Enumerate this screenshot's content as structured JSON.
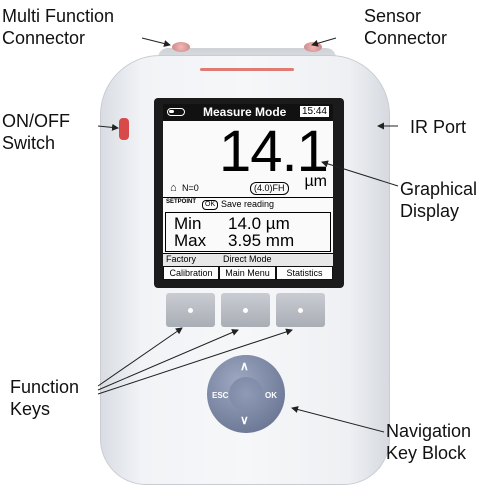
{
  "callouts": {
    "multi_function_connector": [
      "Multi Function",
      "Connector"
    ],
    "sensor_connector": [
      "Sensor",
      "Connector"
    ],
    "on_off_switch": [
      "ON/OFF",
      "Switch"
    ],
    "ir_port": "IR Port",
    "graphical_display": [
      "Graphical",
      "Display"
    ],
    "function_keys": [
      "Function",
      "Keys"
    ],
    "navigation_key_block": [
      "Navigation",
      "Key Block"
    ]
  },
  "display": {
    "mode_title": "Measure Mode",
    "clock": "15:44",
    "reading_value": "14.1",
    "reading_unit": "µm",
    "count": "N=0",
    "probe_badge": "(4.0)FH",
    "setpoint_label": "SETPOINT",
    "ok_badge": "OK",
    "save_reading": "Save reading",
    "stats": [
      {
        "label": "Min",
        "value": "14.0 µm"
      },
      {
        "label": "Max",
        "value": "3.95 mm"
      }
    ],
    "info_left": "Factory",
    "info_right": "Direct Mode",
    "softkeys": [
      "Calibration",
      "Main Menu",
      "Statistics"
    ]
  },
  "nav": {
    "esc_label": "ESC",
    "ok_label": "OK",
    "up_arrow": "∧",
    "down_arrow": "∨"
  },
  "icons": [
    "battery-icon",
    "house-icon",
    "arrow-icon"
  ],
  "colors": {
    "accent_red": "#d84a4a",
    "nav_blue": "#707c99",
    "key_gray": "#b4b8bf"
  }
}
